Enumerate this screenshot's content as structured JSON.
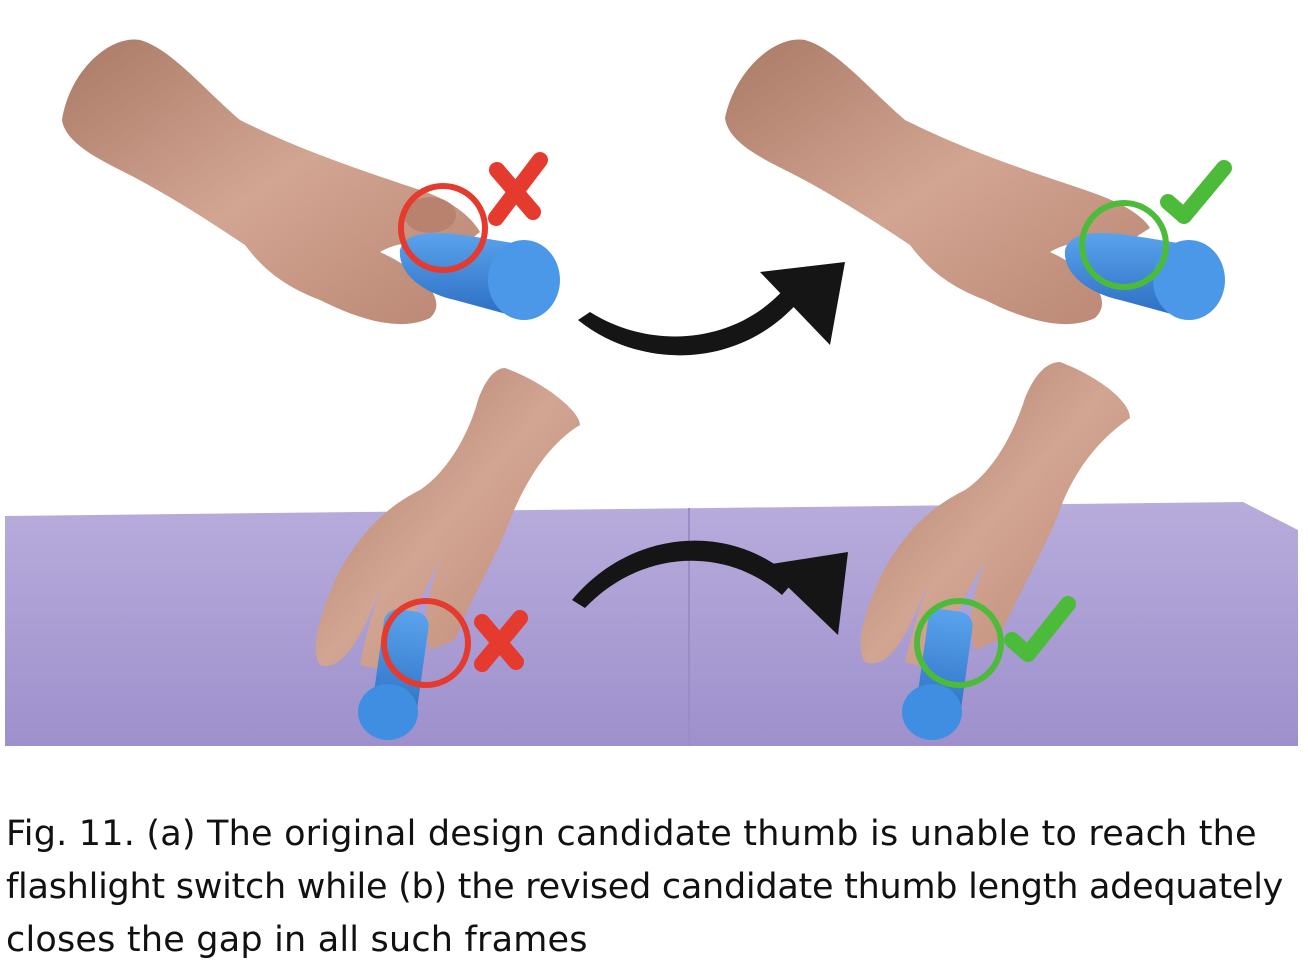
{
  "colors": {
    "fail": "#e53a2e",
    "success": "#4dbb3a",
    "flashlight": "#3a86d8",
    "skin": "#c99a86",
    "table": "#a89ad0",
    "arrow": "#151515"
  },
  "panels": [
    {
      "id": "top-left",
      "outcome": "fail",
      "mark": "cross-icon"
    },
    {
      "id": "top-right",
      "outcome": "success",
      "mark": "check-icon"
    },
    {
      "id": "bottom-left",
      "outcome": "fail",
      "mark": "cross-icon"
    },
    {
      "id": "bottom-right",
      "outcome": "success",
      "mark": "check-icon"
    }
  ],
  "caption": {
    "line1": "Fig. 11.  (a) The original design candidate thumb is unable to reach the",
    "line2": "flashlight switch while (b) the revised candidate thumb length adequately",
    "line3": "closes the gap in all such frames"
  }
}
